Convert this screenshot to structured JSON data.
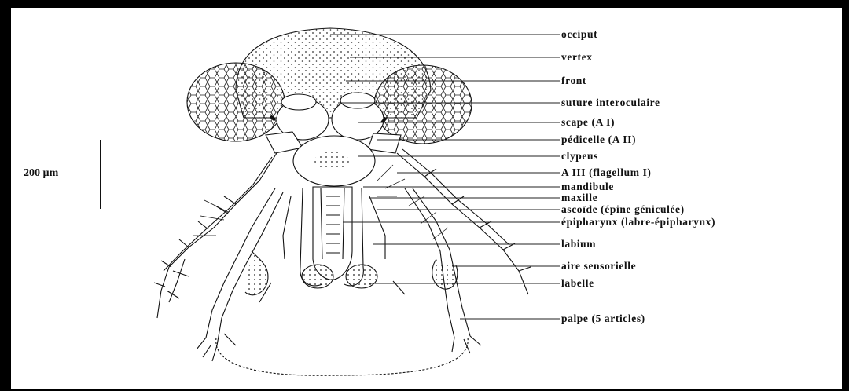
{
  "scale": {
    "label": "200 µm"
  },
  "labels": [
    "occiput",
    "vertex",
    "front",
    "suture interoculaire",
    "scape (A I)",
    "pédicelle (A II)",
    "clypeus",
    "A III (flagellum I)",
    "mandibule",
    "maxille",
    "ascoïde (épine géniculée)",
    "épipharynx (labre-épipharynx)",
    "labium",
    "aire sensorielle",
    "labelle",
    "palpe (5 articles)"
  ]
}
